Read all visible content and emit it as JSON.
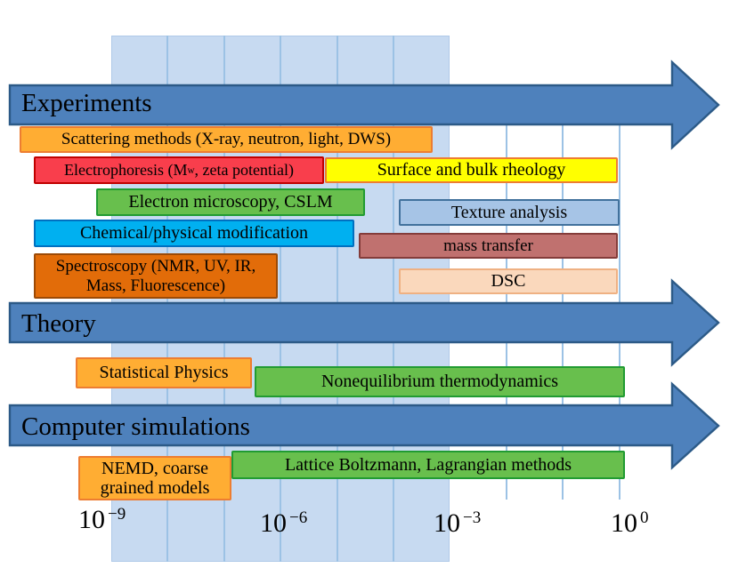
{
  "arrows": {
    "experiments": "Experiments",
    "theory": "Theory",
    "simulations": "Computer simulations"
  },
  "boxes": {
    "scattering": "Scattering  methods (X-ray, neutron, light, DWS)",
    "electrophoresis_pre": "Electrophoresis (M",
    "electrophoresis_sub": "w",
    "electrophoresis_post": ", zeta potential)",
    "rheology": "Surface and bulk rheology",
    "electron_microscopy": "Electron microscopy, CSLM",
    "texture": "Texture analysis",
    "chemical": "Chemical/physical modification",
    "mass_transfer": "mass transfer",
    "spectroscopy_line1": "Spectroscopy (NMR, UV, IR,",
    "spectroscopy_line2": "Mass, Fluorescence)",
    "dsc": "DSC",
    "statistical_physics": "Statistical Physics",
    "noneq_thermo": "Nonequilibrium thermodynamics",
    "lattice": "Lattice Boltzmann, Lagrangian methods",
    "nemd_line1": "NEMD, coarse",
    "nemd_line2": "grained models"
  },
  "axis": {
    "ticks": [
      {
        "base": "10",
        "exp": "−9"
      },
      {
        "base": "10",
        "exp": "−6"
      },
      {
        "base": "10",
        "exp": "−3"
      },
      {
        "base": "10",
        "exp": "0"
      }
    ]
  },
  "colors": {
    "arrow_blue": "#4E81BC",
    "arrow_border": "#2C5A87",
    "panel_blue": "#C7DAF1",
    "gridline_blue": "#9CC2E5",
    "orange": "#FFAD33",
    "orange_border": "#ED7D31",
    "red": "#F93E4C",
    "yellow": "#FFFF00",
    "green": "#68BF4D",
    "light_blue": "#A6C4E6",
    "cyan": "#00B0F0",
    "maroon": "#C0716F",
    "dark_orange": "#E26C09",
    "peach": "#FAD8BC"
  }
}
